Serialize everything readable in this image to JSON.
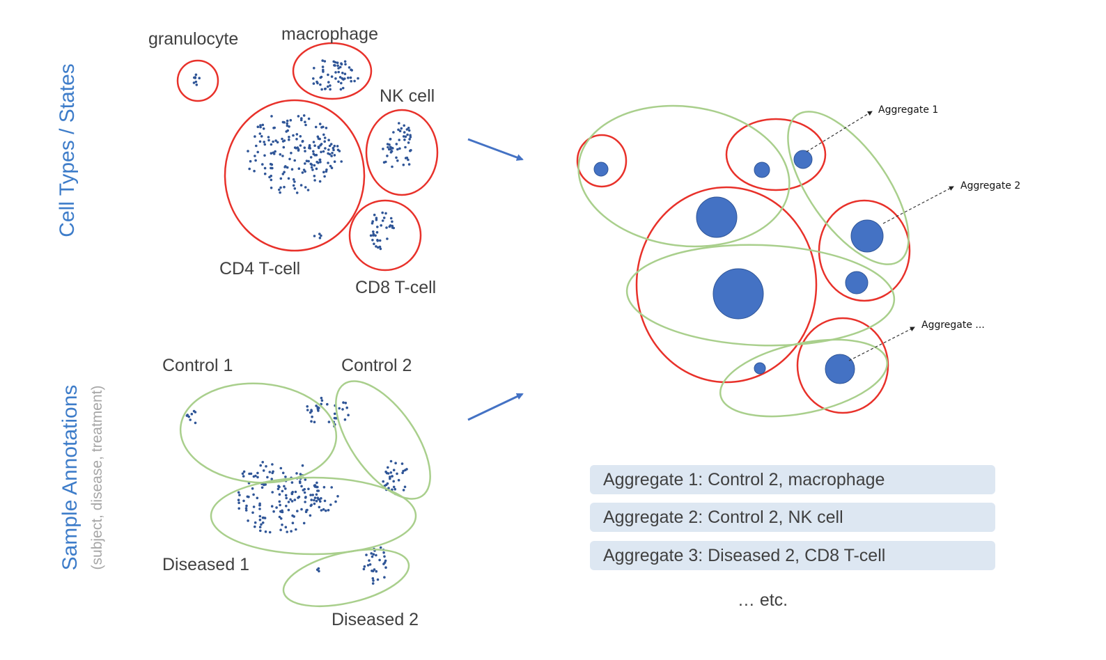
{
  "side_titles": {
    "cell_types": "Cell Types / States",
    "sample_annotations": "Sample Annotations",
    "sample_annotations_sub": "(subject, disease, treatment)"
  },
  "cell_type_labels": {
    "granulocyte": "granulocyte",
    "macrophage": "macrophage",
    "nk_cell": "NK cell",
    "cd4": "CD4 T-cell",
    "cd8": "CD8 T-cell"
  },
  "sample_labels": {
    "control1": "Control 1",
    "control2": "Control 2",
    "diseased1": "Diseased 1",
    "diseased2": "Diseased 2"
  },
  "aggregate_labels": {
    "agg1": "Aggregate 1",
    "agg2": "Aggregate 2",
    "agg3": "Aggregate ..."
  },
  "summary": {
    "items": [
      "Aggregate 1: Control 2, macrophage",
      "Aggregate 2: Control 2, NK cell",
      "Aggregate 3: Diseased 2, CD8 T-cell"
    ],
    "etc": "… etc."
  },
  "colors": {
    "cell_type_ellipse": "#e8312a",
    "sample_ellipse": "#a9cf8c",
    "dot": "#2f5597",
    "aggregate_circle": "#4472c4",
    "arrow": "#4472c4",
    "title": "#3d7cc9",
    "subtitle": "#a6a6a6",
    "summary_background": "#dde7f2",
    "text": "#404040"
  }
}
